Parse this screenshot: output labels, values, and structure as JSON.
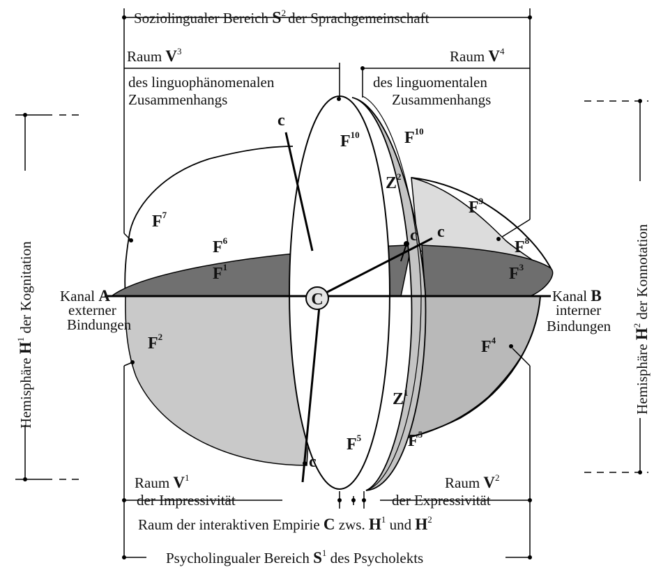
{
  "diagram": {
    "header": {
      "sozio_pre": "Soziolingualer Bereich ",
      "sozio_S": "S",
      "sozio_S_sup": "2",
      "sozio_post": "der Sprachgemeinschaft"
    },
    "raum_v3": {
      "pre": "Raum ",
      "sym": "V",
      "sup": "3",
      "line1": "des linguophänomenalen",
      "line2": "Zusammenhangs"
    },
    "raum_v4": {
      "pre": "Raum ",
      "sym": "V",
      "sup": "4",
      "line1": "des linguomentalen",
      "line2": "Zusammenhangs"
    },
    "raum_v1": {
      "pre": "Raum ",
      "sym": "V",
      "sup": "1",
      "line2": "der Impressivität"
    },
    "raum_v2": {
      "pre": "Raum ",
      "sym": "V",
      "sup": "2",
      "line2": "der Expressivität"
    },
    "interaktiv": {
      "pre": "Raum der interaktiven Empirie ",
      "C": "C",
      "mid": " zws. ",
      "H1": "H",
      "H1_sup": "1",
      "und": " und ",
      "H2": "H",
      "H2_sup": "2"
    },
    "psycho": {
      "pre": "Psycholingualer Bereich ",
      "S": "S",
      "S_sup": "1",
      "post": " des Psycholekts"
    },
    "kanal_a": {
      "pre": "Kanal ",
      "sym": "A",
      "line2": "externer",
      "line3": "Bindungen"
    },
    "kanal_b": {
      "pre": "Kanal ",
      "sym": "B",
      "line2": "interner",
      "line3": "Bindungen"
    },
    "hemi_left": {
      "pre": "Hemisphäre ",
      "sym": "H",
      "sup": "1",
      "post": " der Kognitation"
    },
    "hemi_right": {
      "pre": "Hemisphäre ",
      "sym": "H",
      "sup": "2",
      "post": " der Konnotation"
    },
    "center": "C",
    "c_small": "c",
    "F": "F",
    "Z": "Z",
    "sup_1": "1",
    "sup_2": "2",
    "sup_3": "3",
    "sup_4": "4",
    "sup_5": "5",
    "sup_6": "6",
    "sup_7": "7",
    "sup_8": "8",
    "sup_9": "9",
    "sup_10": "10",
    "colors": {
      "dark_plane": "#6a6a6a",
      "mid_plane": "#a8a8a8",
      "light_region": "#d6d6d6",
      "disc_band": "#c8c8c8",
      "outline": "#000000"
    }
  }
}
